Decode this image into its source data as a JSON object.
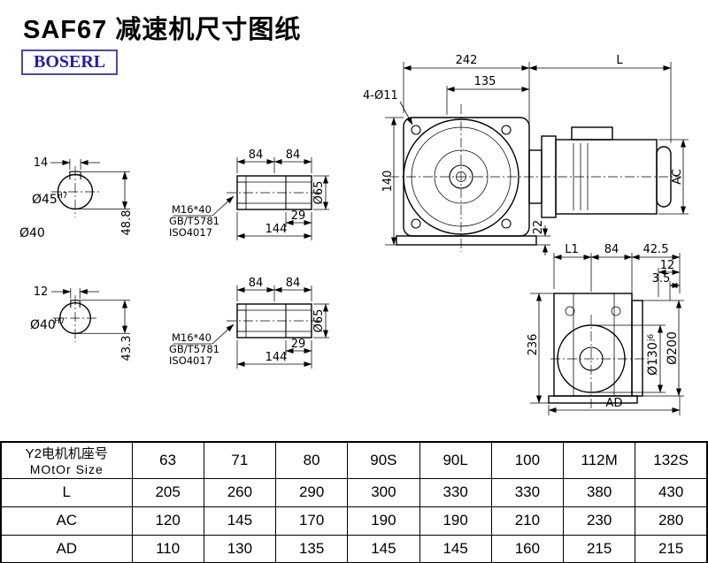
{
  "page": {
    "title": "SAF67 减速机尺寸图纸",
    "logo": "BOSERL"
  },
  "front_view": {
    "dim_242": "242",
    "dim_L": "L",
    "dim_135": "135",
    "dim_holes": "4-Ø11",
    "dim_140": "140",
    "dim_22": "22",
    "dim_AC": "AC"
  },
  "side_view": {
    "dim_L1": "L1",
    "dim_84": "84",
    "dim_42_5": "42.5",
    "dim_12": "12",
    "dim_3_5": "3.5",
    "dim_236": "236",
    "dia_130": "Ø130",
    "dia_130_tol": "j6",
    "dia_200": "Ø200",
    "dim_AD": "AD"
  },
  "section_top": {
    "dim_14": "14",
    "dia": "Ø45",
    "dia_tol": "H7",
    "dim_height": "48.8",
    "dia_bore": "Ø40"
  },
  "section_bottom": {
    "dim_12": "12",
    "dia": "Ø40",
    "dia_tol": "H7",
    "dim_height": "43.3"
  },
  "shaft_top": {
    "dim_84a": "84",
    "dim_84b": "84",
    "dim_29": "29",
    "dim_144": "144",
    "dia_65": "Ø65",
    "thread": "M16*40",
    "std1": "GB/T5781",
    "std2": "ISO4017"
  },
  "shaft_bottom": {
    "dim_84a": "84",
    "dim_84b": "84",
    "dim_29": "29",
    "dim_144": "144",
    "dia_65": "Ø65",
    "thread": "M16*40",
    "std1": "GB/T5781",
    "std2": "ISO4017"
  },
  "table": {
    "header_cn": "Y2电机机座号",
    "header_en": "MOtOr Size",
    "sizes": [
      "63",
      "71",
      "80",
      "90S",
      "90L",
      "100",
      "112M",
      "132S"
    ],
    "rows": [
      {
        "label": "L",
        "values": [
          "205",
          "260",
          "290",
          "300",
          "330",
          "330",
          "380",
          "430"
        ]
      },
      {
        "label": "AC",
        "values": [
          "120",
          "145",
          "170",
          "190",
          "190",
          "210",
          "230",
          "280"
        ]
      },
      {
        "label": "AD",
        "values": [
          "110",
          "130",
          "135",
          "145",
          "145",
          "160",
          "215",
          "215"
        ]
      }
    ]
  }
}
